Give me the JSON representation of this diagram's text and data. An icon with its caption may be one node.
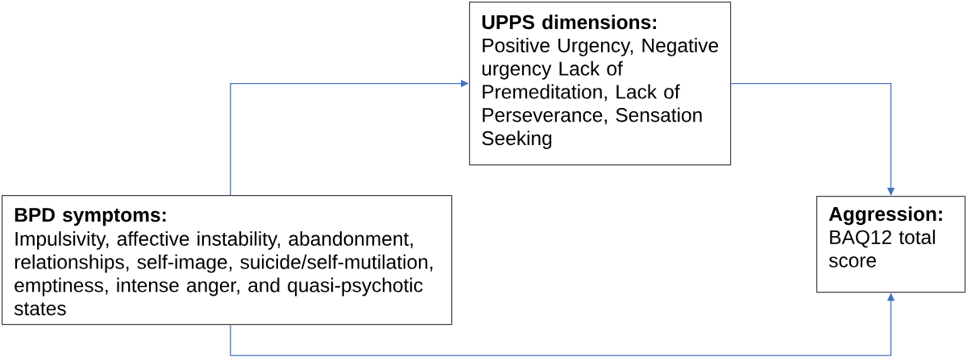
{
  "diagram": {
    "nodes": [
      {
        "text": [
          "UPPS dimensions:",
          "Positive Urgency, Negative urgency Lack of Premeditation, Lack of Perseverance, Sensation Seeking"
        ]
      },
      {
        "text": [
          "BPD symptoms:",
          "Impulsivity, affective instability, abandonment, relationships, self-image, suicide/self-mutilation, emptiness, intense anger, and quasi-psychotic states"
        ]
      },
      {
        "text": [
          "Aggression:",
          "BAQ12 total score"
        ]
      }
    ],
    "edges": [
      {
        "from": 1,
        "to": 0,
        "arrow": "to"
      },
      {
        "from": 0,
        "to": 2,
        "arrow": "to"
      },
      {
        "from": 1,
        "to": 2,
        "arrow": "to"
      }
    ]
  }
}
